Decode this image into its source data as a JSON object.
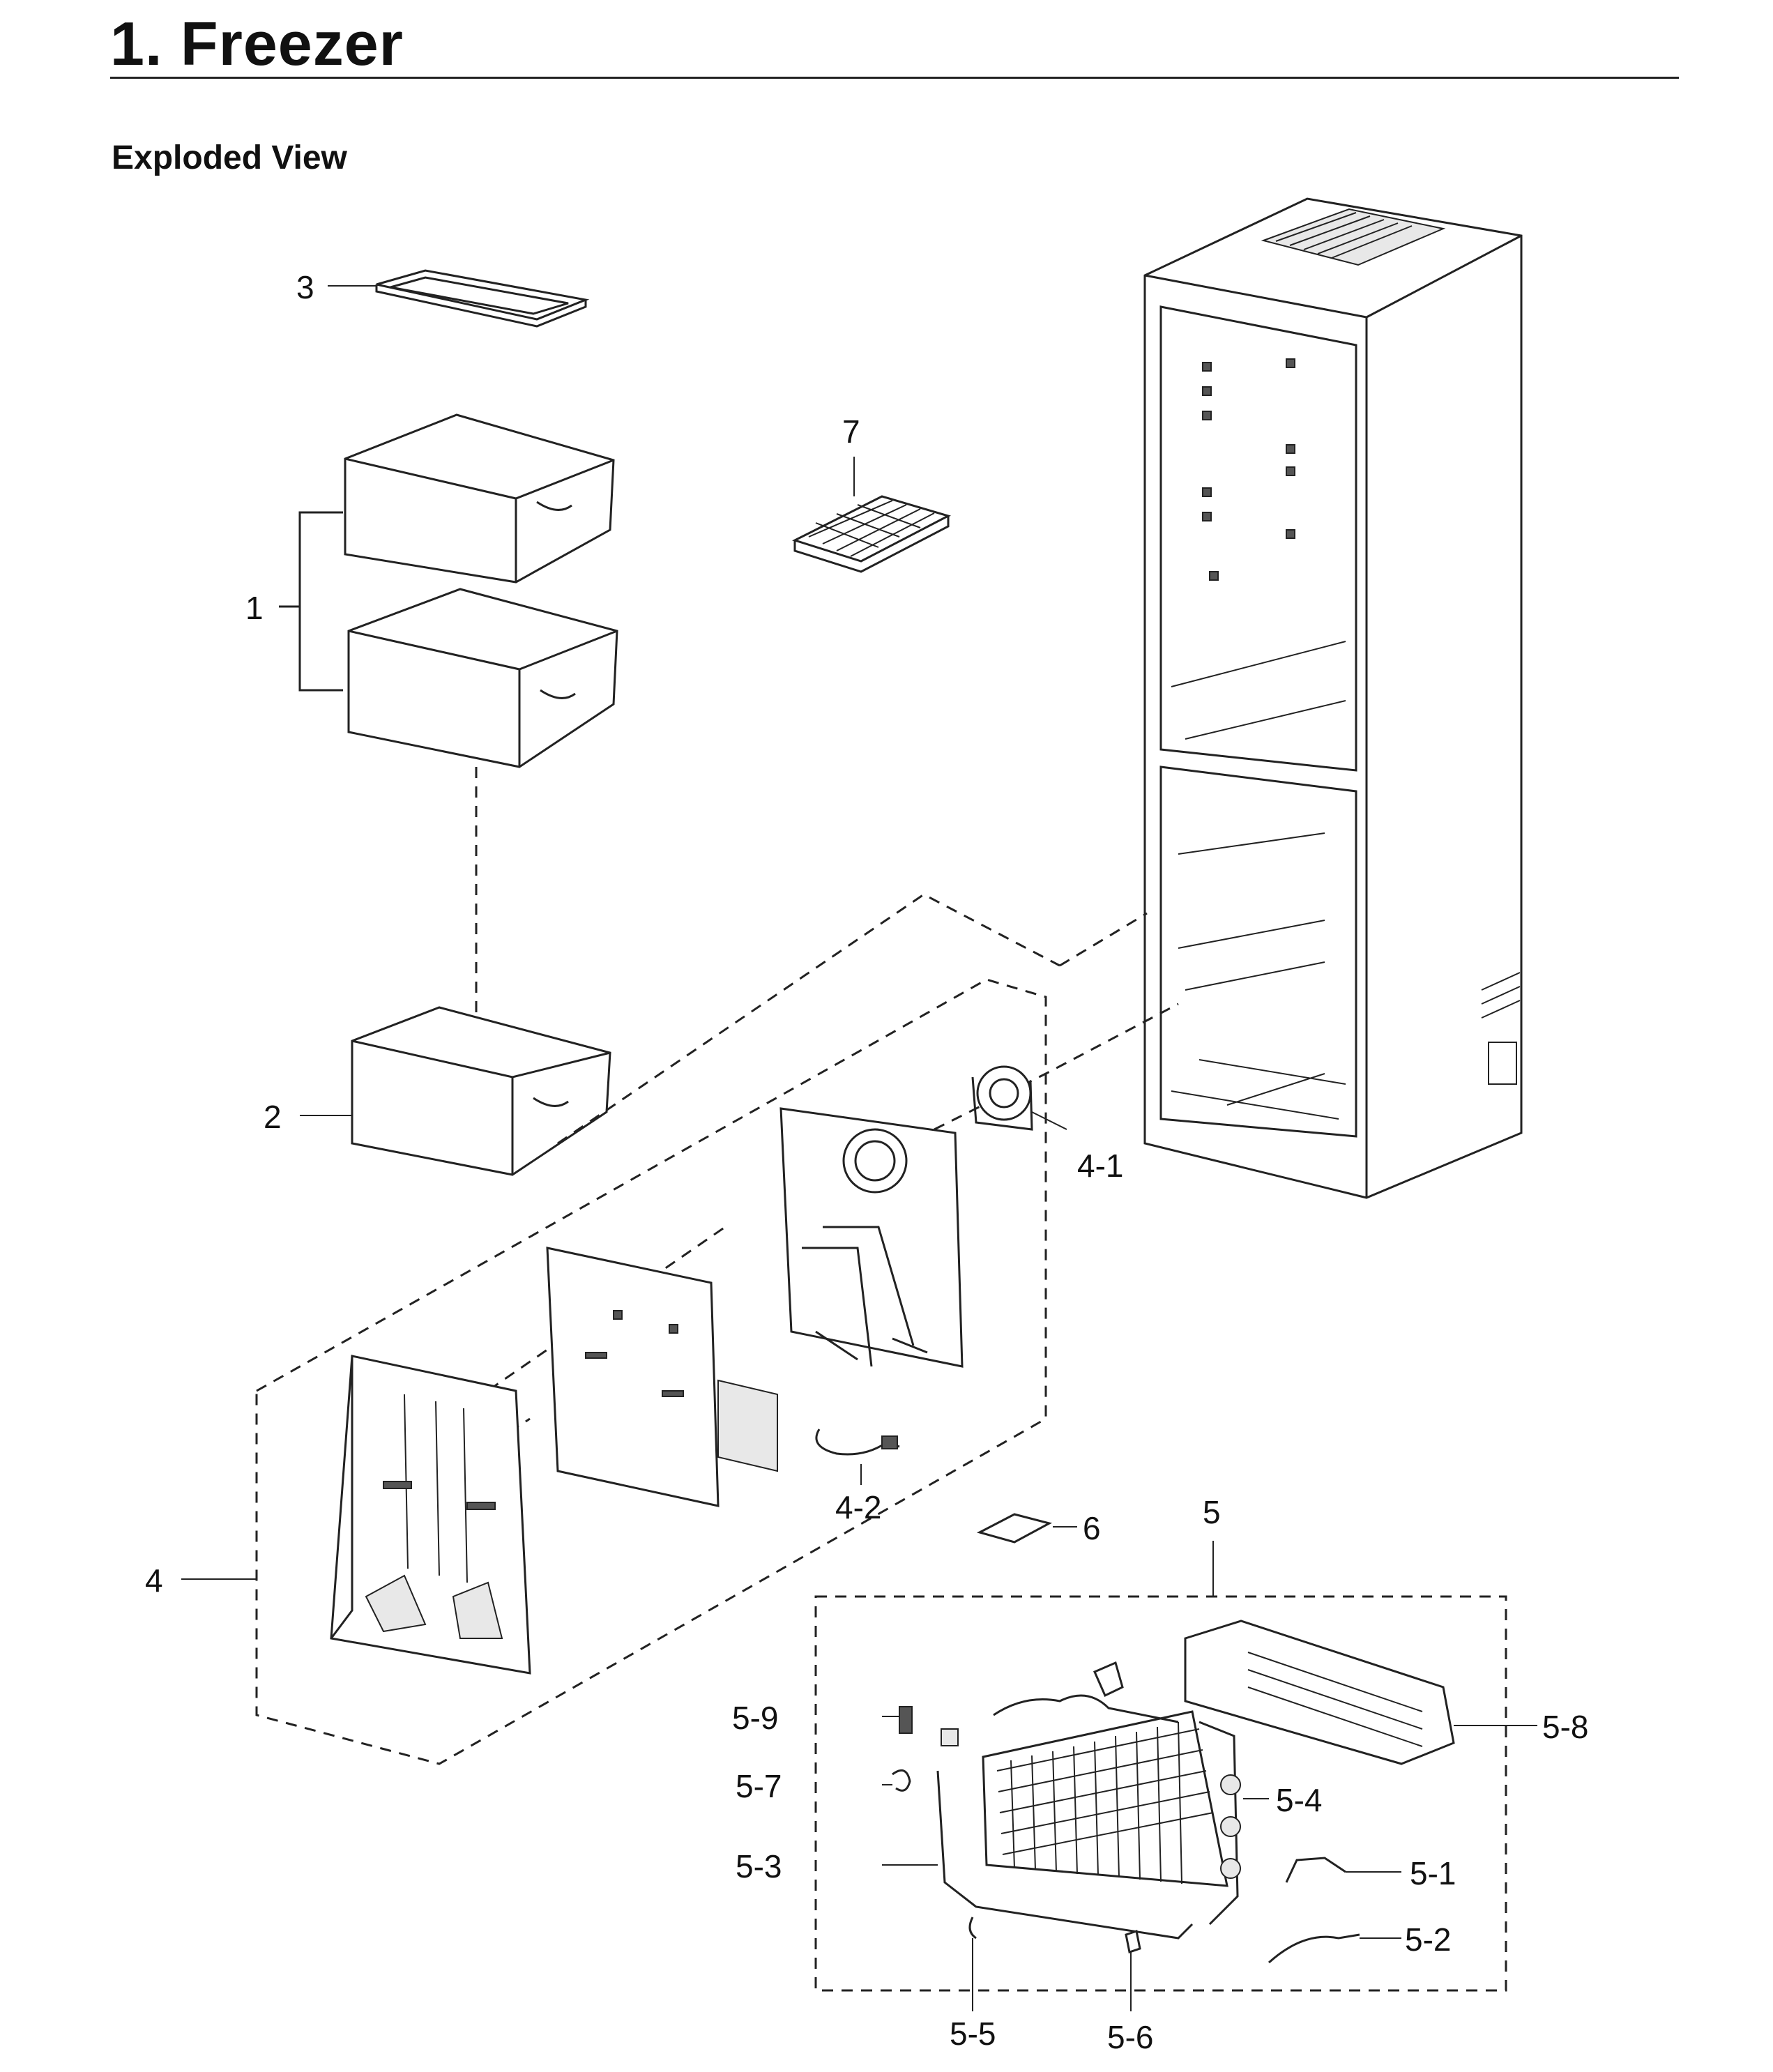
{
  "page": {
    "title": "1.  Freezer",
    "subtitle": "Exploded View"
  },
  "callouts": [
    {
      "id": "1",
      "label": "1"
    },
    {
      "id": "2",
      "label": "2"
    },
    {
      "id": "3",
      "label": "3"
    },
    {
      "id": "4",
      "label": "4"
    },
    {
      "id": "4-1",
      "label": "4-1"
    },
    {
      "id": "4-2",
      "label": "4-2"
    },
    {
      "id": "5",
      "label": "5"
    },
    {
      "id": "5-1",
      "label": "5-1"
    },
    {
      "id": "5-2",
      "label": "5-2"
    },
    {
      "id": "5-3",
      "label": "5-3"
    },
    {
      "id": "5-4",
      "label": "5-4"
    },
    {
      "id": "5-5",
      "label": "5-5"
    },
    {
      "id": "5-6",
      "label": "5-6"
    },
    {
      "id": "5-7",
      "label": "5-7"
    },
    {
      "id": "5-8",
      "label": "5-8"
    },
    {
      "id": "5-9",
      "label": "5-9"
    },
    {
      "id": "6",
      "label": "6"
    },
    {
      "id": "7",
      "label": "7"
    }
  ]
}
